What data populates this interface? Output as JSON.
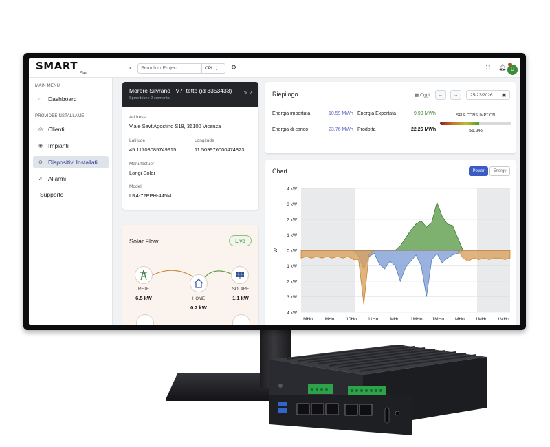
{
  "app": {
    "logo_main": "SMART",
    "logo_sub": "Plus",
    "search_placeholder": "Search in Project",
    "search_scope": "CPL",
    "avatar_initial": "U"
  },
  "sidebar": {
    "heading_main": "MAIN MENU",
    "heading_installer": "PROVIDEEINSTALLAME",
    "items": [
      {
        "label": "Dashboard",
        "icon": "home-icon"
      },
      {
        "label": "Clienti",
        "icon": "user-icon"
      },
      {
        "label": "Impianti",
        "icon": "plant-icon"
      },
      {
        "label": "Dispositivi Installati",
        "icon": "device-icon",
        "active": true
      },
      {
        "label": "Allarmi",
        "icon": "bell-icon"
      },
      {
        "label": "Supporto",
        "icon": ""
      }
    ]
  },
  "plant": {
    "title": "Morere Silvrano FV7_tetto (id 3353433)",
    "subtitle": "Spmedobne 2 emmenta",
    "address_label": "Address",
    "address": "Viale Savt'Agostino S18, 36100 Vicenza",
    "latitude_label": "Latitude",
    "latitude": "45.11703085749915",
    "longitude_label": "Longitude",
    "longitude": "11.509976000474823",
    "manufacturer_label": "Manufactuer",
    "manufacturer": "Longi Solar",
    "model_label": "Model",
    "model": "LR4-72PPH-445M"
  },
  "solar_flow": {
    "title": "Solar Flow",
    "live_label": "Live",
    "grid_label": "RETE",
    "grid_value": "6.5 kW",
    "home_label": "HOME",
    "home_value": "0.2 kW",
    "solar_label": "SOLARE",
    "solar_value": "1.1 kW"
  },
  "summary": {
    "title": "Riepilogo",
    "today_label": "Oggi",
    "date": "25/23/2026",
    "energy_imported_label": "Energia importata",
    "energy_imported": "10.59 MWh",
    "energy_exported_label": "Energia Expertata",
    "energy_exported": "9.99 MWh",
    "energy_load_label": "Energia di carico",
    "energy_load": "23.76 MWh",
    "produced_label": "Prodotta",
    "produced": "22.26 MWh",
    "self_consumption_label": "SELF CONSUMPTION",
    "self_consumption": "55.2%",
    "self_consumption_fraction": 0.552
  },
  "chart_card": {
    "title": "Chart",
    "power_label": "Power",
    "energy_label": "Energy"
  },
  "colors": {
    "active_blue": "#3b5cc4",
    "production_green": "#5e9e4c",
    "consumption_blue": "#7fa0d6",
    "import_orange": "#d9a05e",
    "imported_text": "#5865c6",
    "exported_text": "#3d8b3a"
  },
  "chart_data": {
    "type": "area",
    "ylabel": "W",
    "y_tick_labels": [
      "4 kW",
      "3 kW",
      "2 kW",
      "1 kW",
      "0 kW",
      "1 kW",
      "2 kW",
      "3 kW",
      "4 kW"
    ],
    "ylim": [
      -4,
      4
    ],
    "x_tick_labels": [
      "MHo",
      "MHo",
      "10Ho",
      "11Ho",
      "MHo",
      "1MHo",
      "1MHo",
      "MHo",
      "1MHo",
      "1MHo"
    ],
    "grid": true,
    "series": [
      {
        "values": [
          0,
          0,
          0,
          0,
          0,
          0,
          0,
          0,
          0,
          0,
          0,
          0,
          0,
          0,
          0,
          0,
          0,
          0,
          0,
          0.3,
          0.8,
          1.3,
          1.7,
          1.9,
          1.5,
          1.8,
          3.1,
          2.2,
          1.7,
          1.6,
          0.8,
          0,
          0,
          0,
          0,
          0,
          0,
          0,
          0,
          0,
          0
        ]
      },
      {
        "values": [
          0,
          0,
          0,
          0,
          0,
          0,
          0,
          0,
          0,
          0,
          0,
          -0.4,
          -1.2,
          -0.4,
          -0.2,
          -0.9,
          -1.2,
          -0.7,
          -1.0,
          -2.0,
          -1.1,
          -0.7,
          -0.3,
          -1.0,
          -3.0,
          -0.6,
          -0.2,
          -0.8,
          -0.5,
          -0.3,
          -0.2,
          0,
          0,
          0,
          0,
          0,
          0,
          0,
          0,
          0,
          0
        ]
      },
      {
        "values": [
          -0.5,
          -0.4,
          -0.5,
          -0.4,
          -0.5,
          -0.4,
          -0.5,
          -0.4,
          -0.5,
          -0.4,
          -0.6,
          -0.6,
          -3.5,
          -0.3,
          0,
          0,
          0,
          0,
          0,
          0,
          0,
          0,
          0,
          0,
          0,
          0,
          0,
          0,
          0,
          0,
          0,
          -0.5,
          -0.7,
          -0.5,
          -0.6,
          -0.5,
          -0.6,
          -0.5,
          -0.5,
          -0.6,
          -0.5
        ]
      }
    ]
  }
}
